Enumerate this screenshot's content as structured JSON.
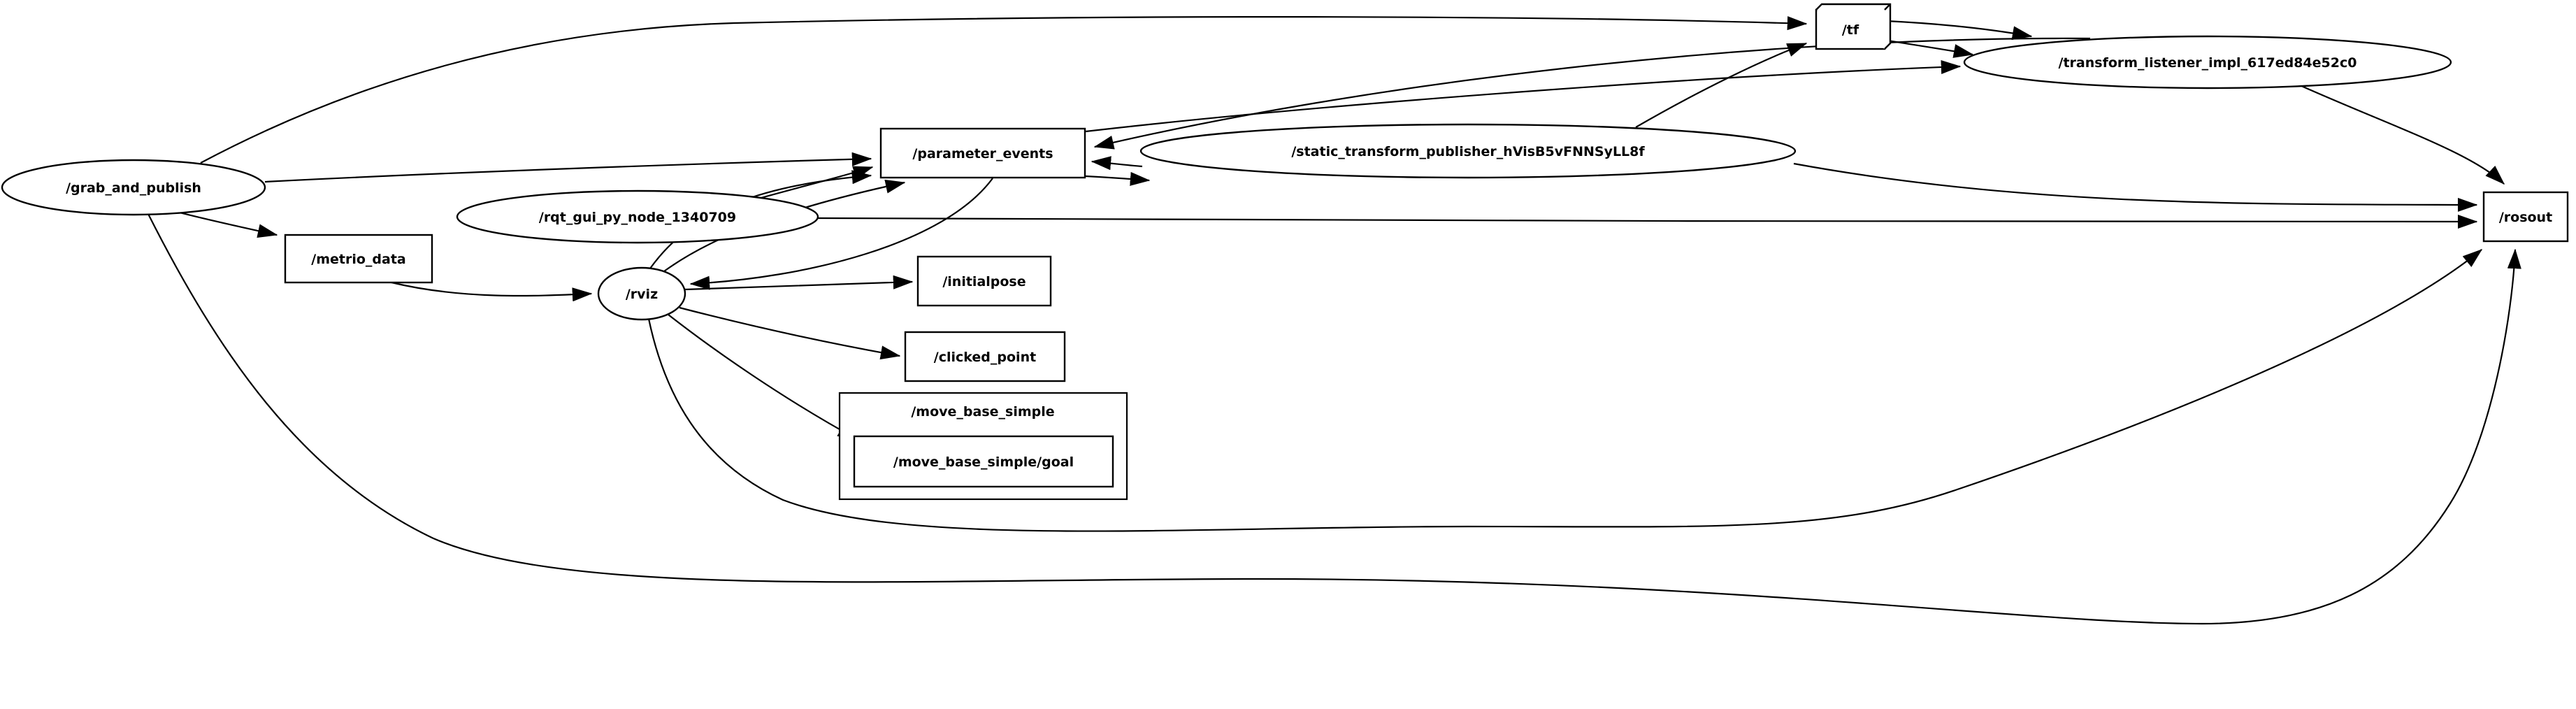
{
  "graph": {
    "title": "ros node graph",
    "background_color": "#ffffff",
    "node_fill": "#ffffff",
    "node_stroke": "#000000",
    "text_color": "#000000",
    "nodes": {
      "grab_and_publish": {
        "label": "/grab_and_publish",
        "shape": "ellipse"
      },
      "metrio_data": {
        "label": "/metrio_data",
        "shape": "box"
      },
      "rqt_gui_py_node": {
        "label": "/rqt_gui_py_node_1340709",
        "shape": "ellipse"
      },
      "rviz": {
        "label": "/rviz",
        "shape": "ellipse"
      },
      "parameter_events": {
        "label": "/parameter_events",
        "shape": "box"
      },
      "static_transform_publisher": {
        "label": "/static_transform_publisher_hVisB5vFNNSyLL8f",
        "shape": "ellipse"
      },
      "tf": {
        "label": "/tf",
        "shape": "box3d"
      },
      "transform_listener": {
        "label": "/transform_listener_impl_617ed84e52c0",
        "shape": "ellipse"
      },
      "rosout": {
        "label": "/rosout",
        "shape": "box"
      },
      "initialpose": {
        "label": "/initialpose",
        "shape": "box"
      },
      "clicked_point": {
        "label": "/clicked_point",
        "shape": "box"
      },
      "move_base_simple_cluster": {
        "label": "/move_base_simple",
        "shape": "cluster"
      },
      "move_base_simple_goal": {
        "label": "/move_base_simple/goal",
        "shape": "box"
      }
    },
    "edges": [
      {
        "from": "/grab_and_publish",
        "to": "/tf"
      },
      {
        "from": "/grab_and_publish",
        "to": "/parameter_events"
      },
      {
        "from": "/grab_and_publish",
        "to": "/metrio_data"
      },
      {
        "from": "/grab_and_publish",
        "to": "/rosout"
      },
      {
        "from": "/metrio_data",
        "to": "/rviz"
      },
      {
        "from": "/rqt_gui_py_node_1340709",
        "to": "/parameter_events"
      },
      {
        "from": "/rqt_gui_py_node_1340709",
        "to": "/rosout"
      },
      {
        "from": "/rviz",
        "to": "/parameter_events"
      },
      {
        "from": "/rviz",
        "to": "/parameter_events"
      },
      {
        "from": "/parameter_events",
        "to": "/rviz"
      },
      {
        "from": "/rviz",
        "to": "/initialpose"
      },
      {
        "from": "/rviz",
        "to": "/clicked_point"
      },
      {
        "from": "/rviz",
        "to": "/move_base_simple/goal"
      },
      {
        "from": "/rviz",
        "to": "/rosout"
      },
      {
        "from": "/static_transform_publisher_hVisB5vFNNSyLL8f",
        "to": "/parameter_events"
      },
      {
        "from": "/parameter_events",
        "to": "/static_transform_publisher_hVisB5vFNNSyLL8f"
      },
      {
        "from": "/static_transform_publisher_hVisB5vFNNSyLL8f",
        "to": "/tf"
      },
      {
        "from": "/static_transform_publisher_hVisB5vFNNSyLL8f",
        "to": "/rosout"
      },
      {
        "from": "/tf",
        "to": "/transform_listener_impl_617ed84e52c0"
      },
      {
        "from": "/tf",
        "to": "/transform_listener_impl_617ed84e52c0"
      },
      {
        "from": "/parameter_events",
        "to": "/transform_listener_impl_617ed84e52c0"
      },
      {
        "from": "/transform_listener_impl_617ed84e52c0",
        "to": "/parameter_events"
      },
      {
        "from": "/transform_listener_impl_617ed84e52c0",
        "to": "/rosout"
      }
    ]
  }
}
